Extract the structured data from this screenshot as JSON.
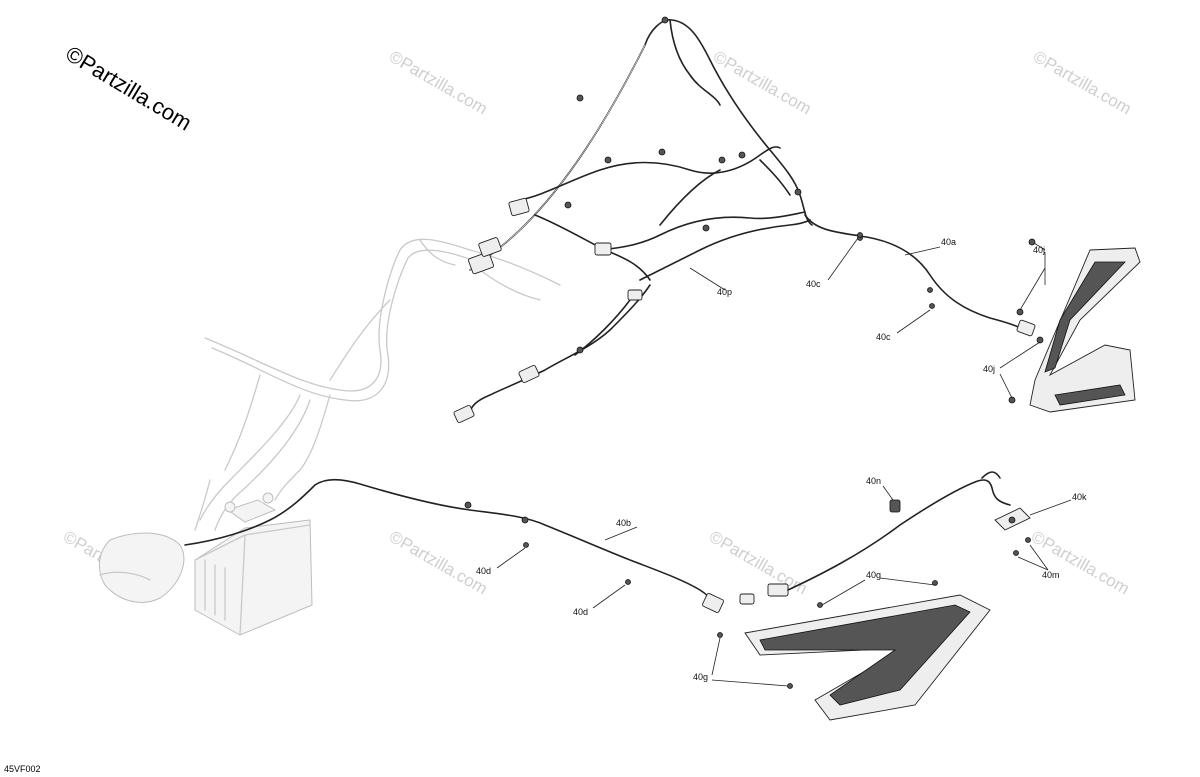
{
  "watermark": {
    "logo_text": "©Partzilla.com",
    "repeated_text": "©Partzilla.com"
  },
  "diagram_code": "45VF002",
  "callouts": {
    "c40a": "40a",
    "c40b": "40b",
    "c40c_1": "40c",
    "c40c_2": "40c",
    "c40d_1": "40d",
    "c40d_2": "40d",
    "c40g_1": "40g",
    "c40g_2": "40g",
    "c40j_1": "40j",
    "c40j_2": "40j",
    "c40k": "40k",
    "c40m": "40m",
    "c40n": "40n",
    "c40p": "40p"
  }
}
